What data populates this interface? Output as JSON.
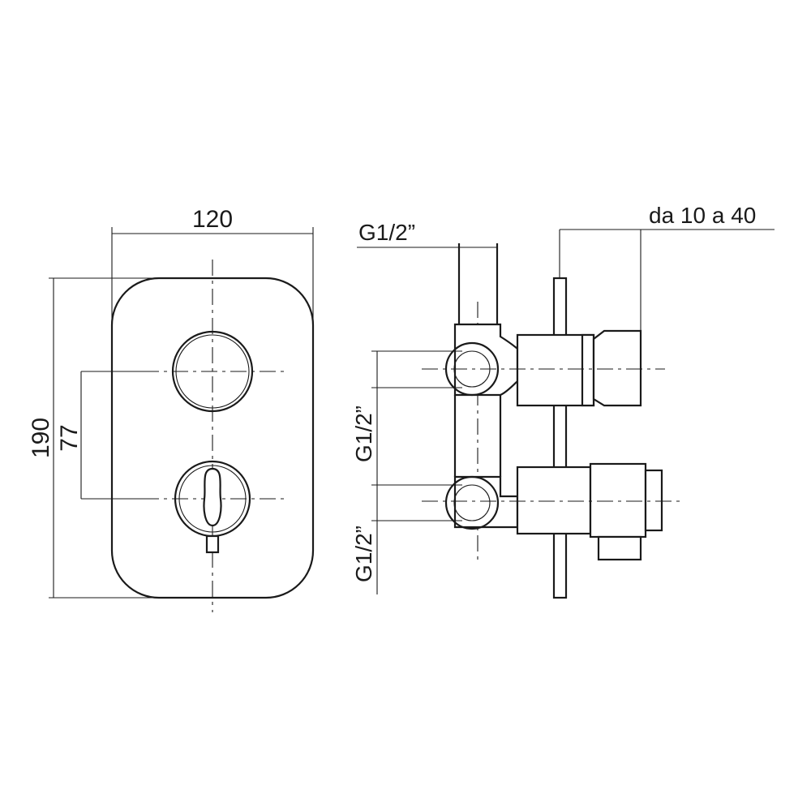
{
  "front_view": {
    "width_label": "120",
    "height_label": "190",
    "spacing_label": "77"
  },
  "side_view": {
    "top_inlet_label": "G1/2”",
    "wall_depth_label": "da 10 a 40",
    "upper_connection_label": "G1/2”",
    "lower_connection_label": "G1/2”"
  }
}
